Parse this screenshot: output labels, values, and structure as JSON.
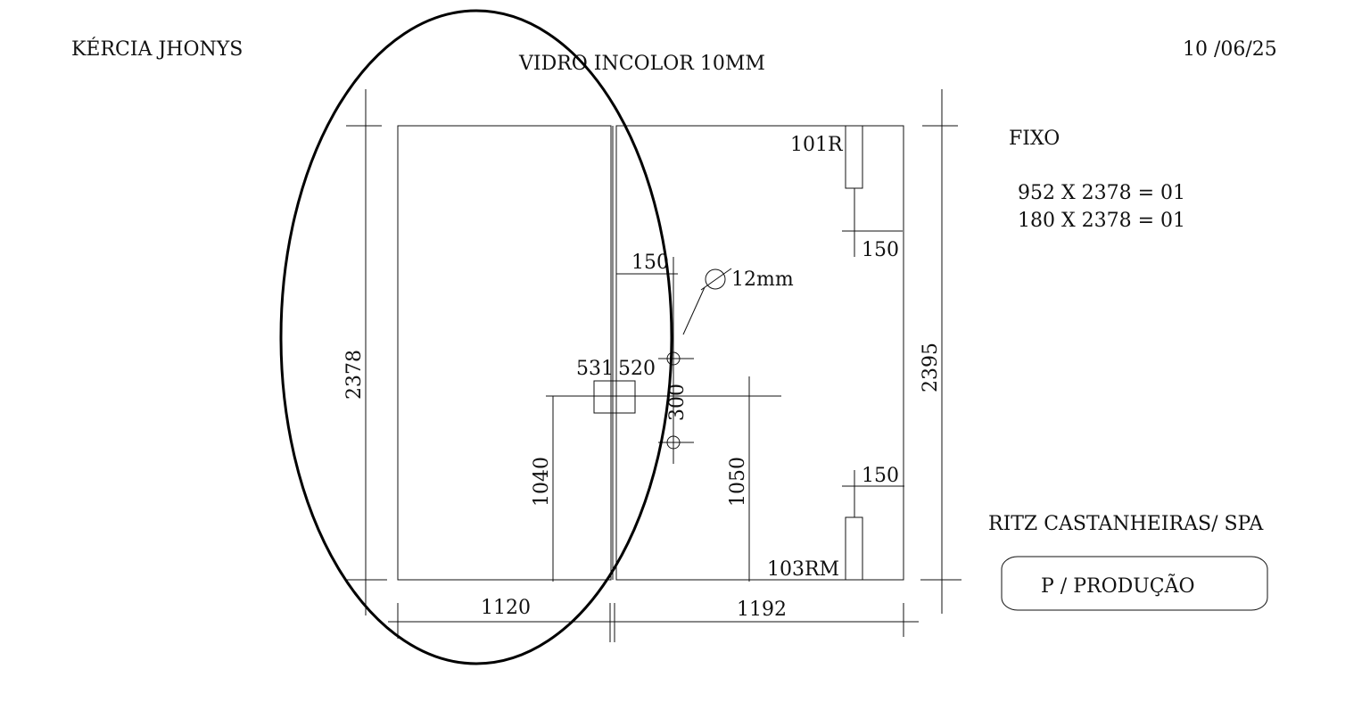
{
  "header": {
    "client": "KÉRCIA JHONYS",
    "material": "VIDRO INCOLOR 10MM",
    "date": "10 /06/25"
  },
  "dimensions": {
    "left_height": "2378",
    "right_height": "2395",
    "left_width": "1120",
    "right_width": "1192",
    "hinge_offset_top": "150",
    "hinge_offset_bottom": "150",
    "hole_offset": "150",
    "hole_diameter": "12mm",
    "hole_spacing": "300",
    "handle_left": "531",
    "handle_right": "520",
    "left_handle_height": "1040",
    "right_handle_height": "1050"
  },
  "hardware": {
    "top_hinge": "101R",
    "bottom_hinge": "103RM"
  },
  "cut_list": {
    "title": "FIXO",
    "items": [
      "952 X 2378 = 01",
      "180 X 2378 = 01"
    ]
  },
  "footer": {
    "project": "RITZ CASTANHEIRAS/ SPA",
    "stamp": "P / PRODUÇÃO"
  },
  "colors": {
    "ink": "#111111",
    "background": "#ffffff"
  }
}
